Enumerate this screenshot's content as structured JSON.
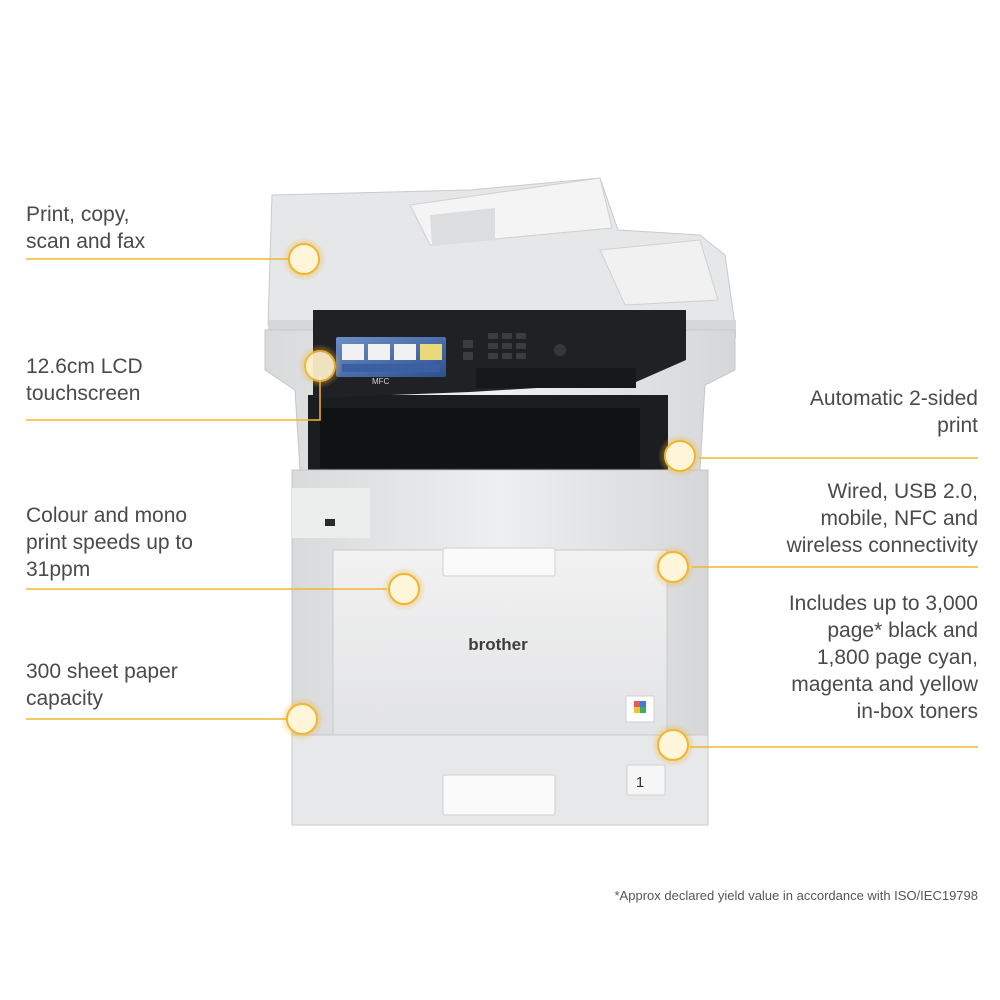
{
  "features": {
    "left": [
      {
        "id": "functions",
        "label": "Print, copy,\nscan and fax"
      },
      {
        "id": "lcd",
        "label": "12.6cm LCD\ntouchscreen"
      },
      {
        "id": "speed",
        "label": "Colour and mono\nprint speeds up to\n31ppm"
      },
      {
        "id": "paper",
        "label": "300 sheet paper\ncapacity"
      }
    ],
    "right": [
      {
        "id": "duplex",
        "label": "Automatic 2-sided\nprint"
      },
      {
        "id": "connectivity",
        "label": "Wired, USB 2.0,\nmobile, NFC and\nwireless connectivity"
      },
      {
        "id": "toners",
        "label": "Includes up to 3,000\npage* black and\n1,800 page cyan,\nmagenta and yellow\nin-box toners"
      }
    ]
  },
  "footnote": "*Approx declared yield value in accordance with ISO/IEC19798",
  "printer": {
    "brand": "brother",
    "model_badge": "MFC",
    "tray_number": "1"
  },
  "colors": {
    "accent": "#f2b531",
    "hotspot_fill": "#fff6d9",
    "label_text": "#4a4a4a"
  }
}
